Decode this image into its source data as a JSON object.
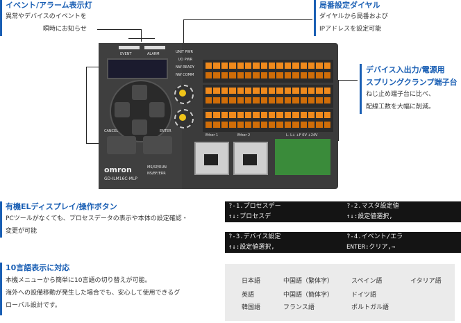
{
  "callouts": {
    "event_alarm": {
      "title": "イベント/アラーム表示灯",
      "lines": [
        "異常やデバイスのイベントを",
        "瞬時にお知らせ"
      ]
    },
    "station_dial": {
      "title": "局番設定ダイヤル",
      "lines": [
        "ダイヤルから局番および",
        "IPアドレスを設定可能"
      ]
    },
    "terminal": {
      "title": "デバイス入出力/電源用",
      "title2": "スプリングクランプ端子台",
      "lines": [
        "ねじ止め端子台に比べ、",
        "配線工数を大幅に削減。"
      ]
    },
    "display": {
      "title": "有機ELディスプレイ/操作ボタン",
      "lines": [
        "PCツールがなくても、プロセスデータの表示や本体の設定確認・",
        "変更が可能"
      ]
    },
    "languages": {
      "title": "10言語表示に対応",
      "lines": [
        "本機メニューから簡単に10言語の切り替えが可能。",
        "海外への設備移動が発生した場合でも、安心して使用できるグ",
        "ローバル設計です。"
      ]
    }
  },
  "device": {
    "event_label": "EVENT",
    "alarm_label": "ALARM",
    "unit_pwr": "UNIT PWR",
    "io_pwr": "I/O PWR",
    "nw_ready": "NW READY",
    "nw_comm": "NW COMM",
    "cancel_label": "CANCEL",
    "enter_label": "ENTER",
    "brand": "omron",
    "model": "GD-ILM16C-MLP",
    "ms_label": "MS/SP/RUN",
    "ns_label": "NS/BF/ERR",
    "ether1": "Ether 1",
    "ether2": "Ether 2",
    "power_terms": "L-  L+  +F  0V  +24V"
  },
  "screens": [
    {
      "line1": "?-1.プロセスデー",
      "line2": "↑↓:プロセスデ"
    },
    {
      "line1": "?-2.マスタ設定値",
      "line2": "↑↓:設定値選択,"
    },
    {
      "line1": "?-3.デバイス設定",
      "line2": "↑↓:設定値選択,"
    },
    {
      "line1": "?-4.イベント/エラ",
      "line2": "ENTER:クリア,→"
    }
  ],
  "languages": [
    "日本語",
    "中国語（繁体字）",
    "スペイン語",
    "イタリア語",
    "英語",
    "中国語（簡体字）",
    "ドイツ語",
    "韓国語",
    "フランス語",
    "ポルトガル語"
  ],
  "colors": {
    "accent": "#1a5fb4",
    "terminal_orange": "#f08a1c",
    "device_body": "#3b3b3b"
  }
}
